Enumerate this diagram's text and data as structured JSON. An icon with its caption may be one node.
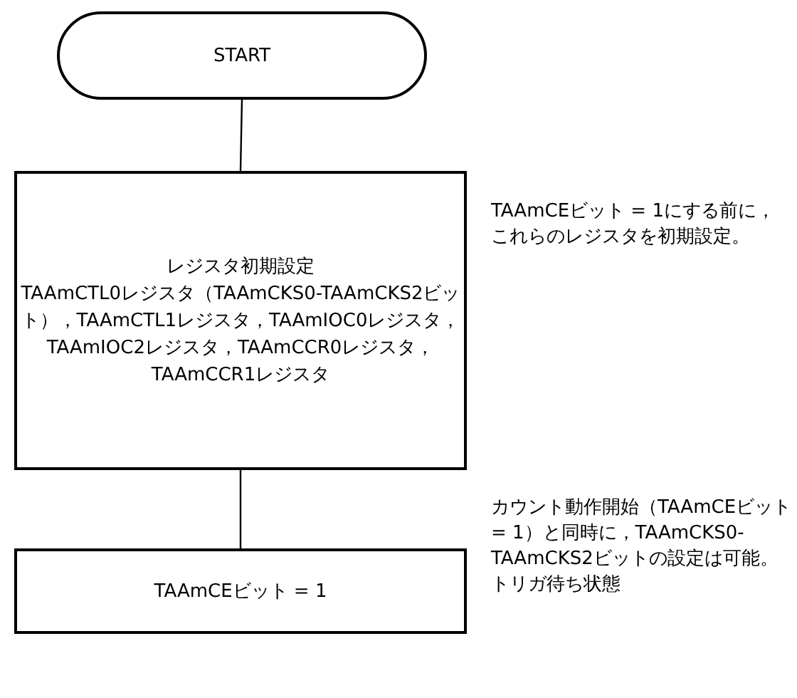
{
  "diagram": {
    "nodes": [
      {
        "text": [
          "START"
        ]
      },
      {
        "text": [
          "レジスタ初期設定",
          "TAAmCTL0レジスタ（TAAmCKS0-TAAmCKS2ビット），TAAmCTL1レジスタ，TAAmIOC0レジスタ，TAAmIOC2レジスタ，TAAmCCR0レジスタ，TAAmCCR1レジスタ"
        ],
        "beside": [
          "TAAmCEビット = 1にする前に，これらのレジスタを初期設定。"
        ]
      },
      {
        "text": [
          "TAAmCEビット = 1"
        ],
        "beside": [
          "カウント動作開始（TAAmCEビット = 1）と同時に，TAAmCKS0-TAAmCKS2ビットの設定は可能。",
          "トリガ待ち状態"
        ]
      }
    ],
    "edges": [
      {
        "from": 0,
        "to": 1,
        "arrow": "none"
      },
      {
        "from": 1,
        "to": 2,
        "arrow": "none"
      }
    ]
  }
}
